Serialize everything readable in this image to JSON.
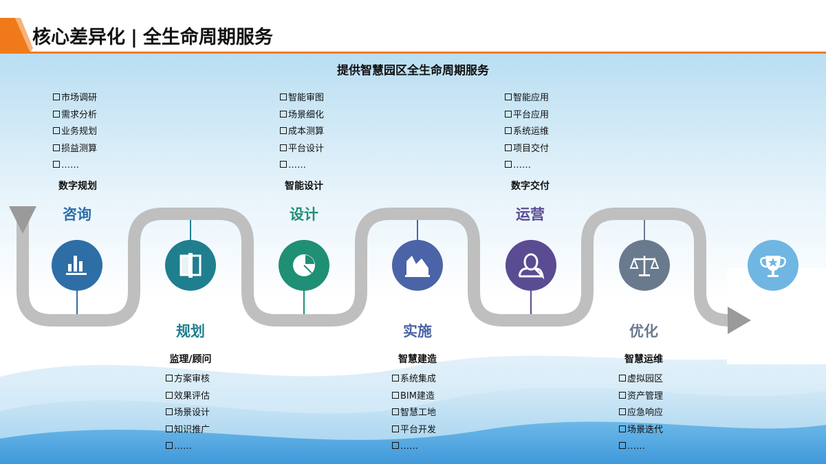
{
  "header": {
    "title_main": "核心差异化",
    "title_sep": "|",
    "title_sub": "全生命周期服务"
  },
  "heading": "提供智慧园区全生命周期服务",
  "colors": {
    "accent": "#f07a1a",
    "track": "#bfbfbf",
    "consult": "#2e6ea6",
    "plan": "#1f7f8f",
    "design": "#1f8f75",
    "build": "#4b64a8",
    "operate": "#5a4b93",
    "optimize": "#6a7a8e",
    "trophy": "#6fb6e3"
  },
  "stages": [
    {
      "phase": "咨询",
      "sub": "数字规划",
      "icon": "bar-chart-icon",
      "color": "#2e6ea6",
      "items": [
        "市场调研",
        "需求分析",
        "业务规划",
        "损益测算",
        "……"
      ]
    },
    {
      "phase": "规划",
      "sub": "监理/顾问",
      "icon": "split-panel-icon",
      "color": "#1f7f8f",
      "items": [
        "方案审核",
        "效果评估",
        "场景设计",
        "知识推广",
        "……"
      ]
    },
    {
      "phase": "设计",
      "sub": "智能设计",
      "icon": "pie-chart-icon",
      "color": "#1f8f75",
      "items": [
        "智能审图",
        "场景细化",
        "成本测算",
        "平台设计",
        "……"
      ]
    },
    {
      "phase": "实施",
      "sub": "智慧建造",
      "icon": "area-chart-icon",
      "color": "#4b64a8",
      "items": [
        "系统集成",
        "BIM建造",
        "智慧工地",
        "平台开发",
        "……"
      ]
    },
    {
      "phase": "运营",
      "sub": "数字交付",
      "icon": "user-icon",
      "color": "#5a4b93",
      "items": [
        "智能应用",
        "平台应用",
        "系统运维",
        "项目交付",
        "……"
      ]
    },
    {
      "phase": "优化",
      "sub": "智慧运维",
      "icon": "scale-icon",
      "color": "#6a7a8e",
      "items": [
        "虚拟园区",
        "资产管理",
        "应急响应",
        "场景迭代",
        "……"
      ]
    }
  ],
  "goal_icon": "trophy-icon"
}
